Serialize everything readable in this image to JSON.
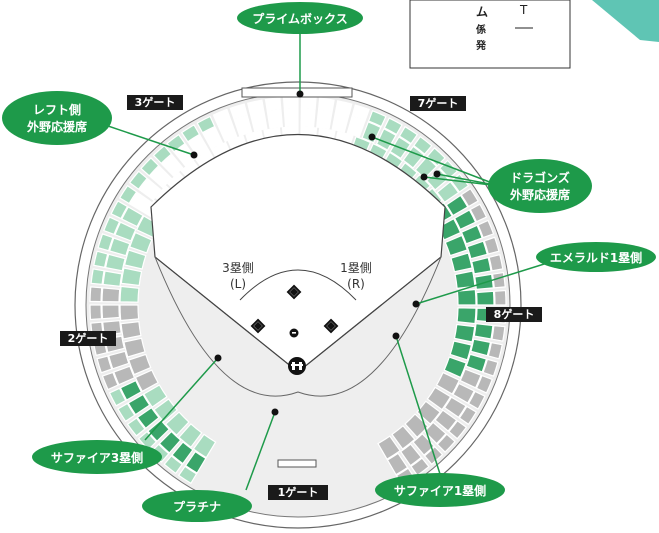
{
  "labels": {
    "prime_box": "プライムボックス",
    "left_outfield_line1": "レフト側",
    "left_outfield_line2": "外野応援席",
    "dragons_outfield_line1": "ドラゴンズ",
    "dragons_outfield_line2": "外野応援席",
    "emerald_1b": "エメラルド1塁側",
    "sapphire_3b": "サファイア3塁側",
    "platinum": "プラチナ",
    "sapphire_1b": "サファイア1塁側"
  },
  "gates": {
    "gate3": "3ゲート",
    "gate7": "7ゲート",
    "gate2": "2ゲート",
    "gate8": "8ゲート",
    "gate1": "1ゲート"
  },
  "field": {
    "third_base_side_line1": "3塁側",
    "third_base_side_line2": "(L)",
    "first_base_side_line1": "1塁側",
    "first_base_side_line2": "(R)"
  },
  "partial_box": {
    "line1": "ム",
    "line2": "係",
    "line3": "発",
    "mark": "T"
  },
  "colors": {
    "pill_green": "#1e9a4a",
    "emerald": "#3aa56a",
    "light_green": "#a9dcc0",
    "gray_seat": "#b8b8b8",
    "dark_platinum": "#1a8a3c",
    "teal_corner": "#5fc5b4",
    "gate_label_bg": "#1a1a1a"
  }
}
